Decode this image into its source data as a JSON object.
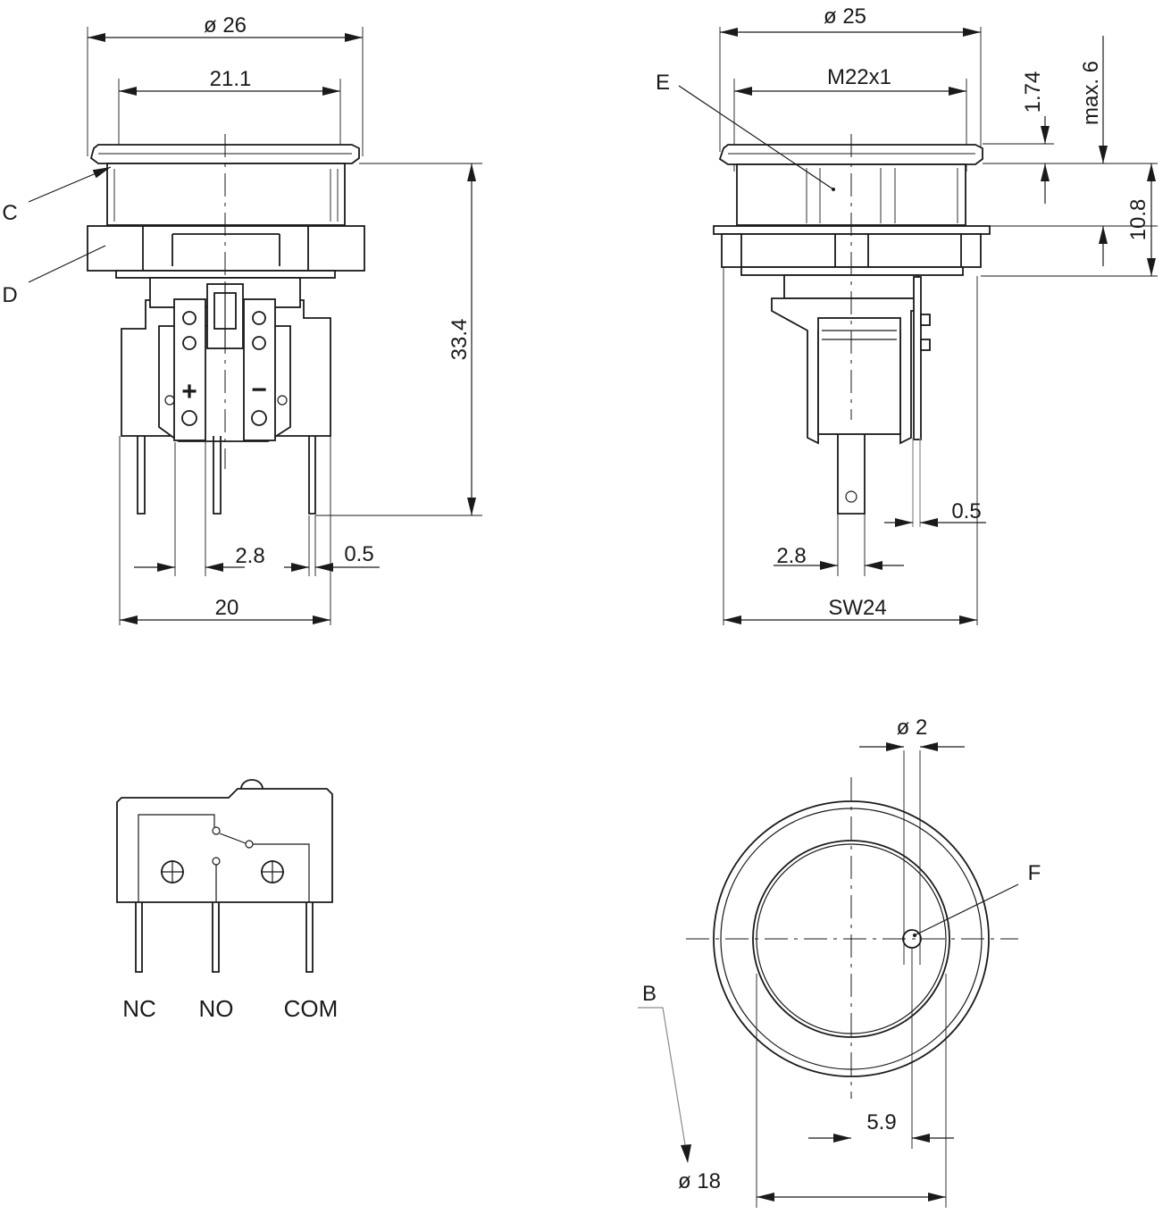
{
  "front_view": {
    "dims": {
      "top_diameter": "ø 26",
      "inner_width": "21.1",
      "height": "33.4",
      "pin_pitch": "2.8",
      "pin_thickness": "0.5",
      "body_width": "20"
    },
    "labels": {
      "cap": "C",
      "nut": "D"
    },
    "terminal_signs": {
      "plus": "+",
      "minus": "−"
    }
  },
  "side_view": {
    "dims": {
      "top_diameter": "ø 25",
      "thread": "M22x1",
      "cap_height": "1.74",
      "panel_max": "max. 6",
      "body_height": "10.8",
      "pin_thickness": "0.5",
      "pin_pitch": "2.8",
      "wrench_size": "SW24"
    },
    "labels": {
      "lens": "E"
    }
  },
  "schematic": {
    "pins": [
      "NC",
      "NO",
      "COM"
    ]
  },
  "top_view": {
    "dims": {
      "hole_diameter": "ø 2",
      "offset": "5.9",
      "button_diameter": "ø 18"
    },
    "labels": {
      "button": "B",
      "hole": "F"
    }
  }
}
